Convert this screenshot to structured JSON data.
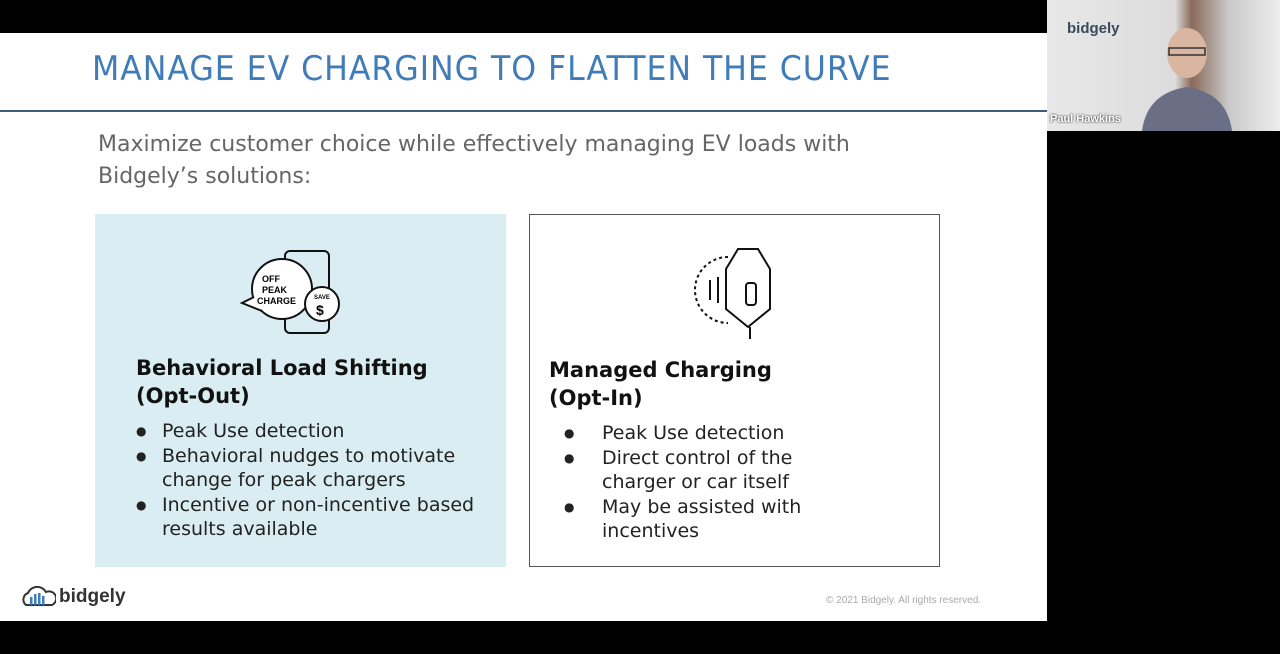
{
  "slide": {
    "title": "MANAGE EV CHARGING TO FLATTEN THE CURVE",
    "subtitle": "Maximize customer choice while effectively managing EV loads with Bidgely’s solutions:",
    "cards": [
      {
        "title_line1": "Behavioral Load Shifting",
        "title_line2": "(Opt-Out)",
        "icon": "off-peak-charge-phone-icon",
        "icon_text": [
          "OFF",
          "PEAK",
          "CHARGE",
          "SAVE",
          "$"
        ],
        "bullets": [
          "Peak Use detection",
          "Behavioral nudges to motivate change for peak chargers",
          "Incentive or non-incentive based results available"
        ],
        "background": "#d9edf2"
      },
      {
        "title_line1": "Managed Charging",
        "title_line2": "(Opt-In)",
        "icon": "ev-charger-plug-icon",
        "bullets": [
          "Peak Use detection",
          "Direct control of the charger or car itself",
          "May be assisted with incentives"
        ]
      }
    ],
    "logo_text": "bidgely",
    "copyright": "© 2021 Bidgely. All rights reserved.",
    "accent": "#3f7cb8"
  },
  "video": {
    "participant_name": "Paul Hawkins",
    "background_logo": "bidgely"
  }
}
